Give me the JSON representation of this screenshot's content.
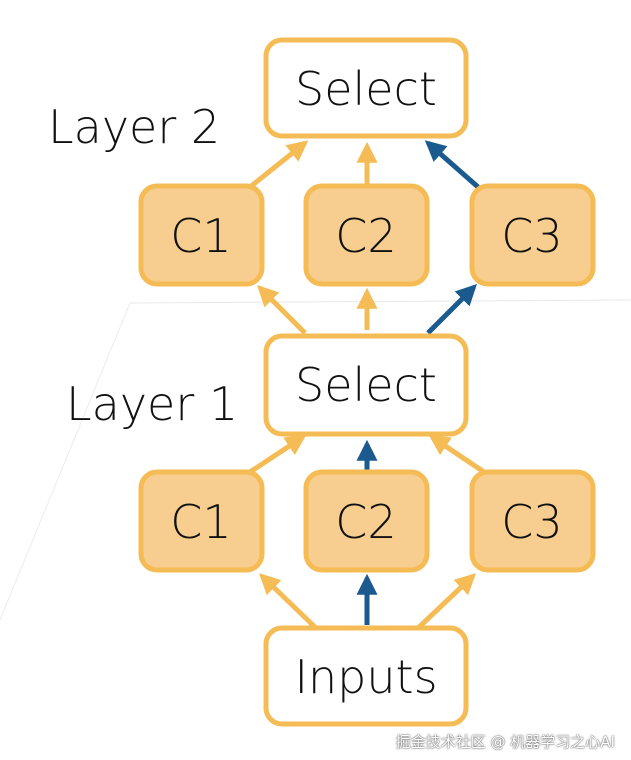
{
  "layers": {
    "layer2_label": "Layer 2",
    "layer1_label": "Layer 1"
  },
  "nodes": {
    "select_top": "Select",
    "layer2_c1": "C1",
    "layer2_c2": "C2",
    "layer2_c3": "C3",
    "select_mid": "Select",
    "layer1_c1": "C1",
    "layer1_c2": "C2",
    "layer1_c3": "C3",
    "inputs": "Inputs"
  },
  "watermark": "掘金技术社区 @ 机器学习之心AI",
  "colors": {
    "node_border": "#f5bb54",
    "component_fill": "#f8ce90",
    "select_fill": "#ffffff",
    "arrow_default": "#f5bb54",
    "arrow_selected": "#1a5a8e",
    "background": "#ffffff"
  }
}
